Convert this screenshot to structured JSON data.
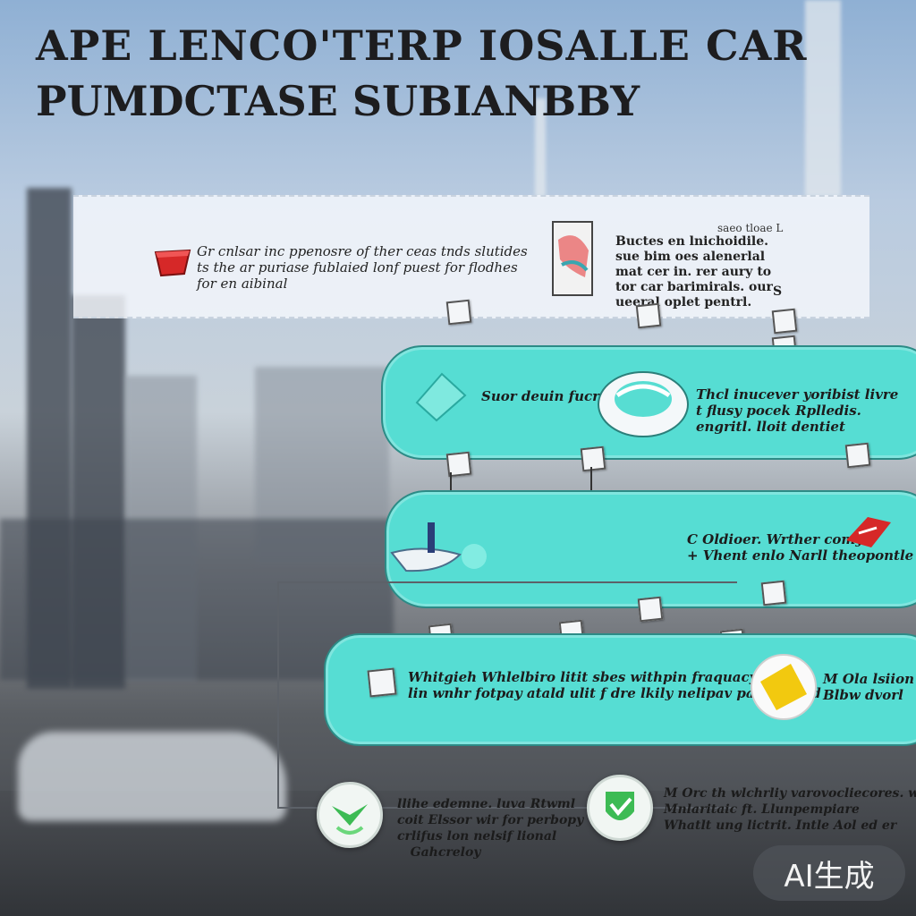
{
  "header": {
    "title": "APE LENCO'TERP  IOSALLE CAR",
    "subtitle": "PUMDCTASE SUBIANBBY"
  },
  "top_panel": {
    "text_left": "Gr cnlsar inc ppenosre of ther ceas tnds slutides ts the ar puriase fublaied lonf puest for flodhes for en aibinal",
    "text_right": "Buctes en lnichoidile. sue bim oes alenerlal mat cer in. rer aury to tor car barimirals. our ueeral oplet pentrl.",
    "corner_label": "saeo tloae L",
    "page_num": "S"
  },
  "rows": [
    {
      "left_text": "Suor deuin fucrnor",
      "right_text": "Thcl inucever yoribist livre\nt flusy pocek Rplledis.\nengritl. lloit dentiet"
    },
    {
      "left_text": "",
      "right_text": "C Oldioer. Wrther comy\n+ Vhent enlo Narll theopontle"
    },
    {
      "left_text": "Whitgieh Whlelbiro litit sbes withpin fraquacy\nlin wnhr fotpay atald ulit f dre lkily nelipav pa funnaed",
      "right_text": "M Ola lsiion\nBlbw dvorl"
    }
  ],
  "bottom": {
    "left_text": "llihe edemne. luva Rtwml\ncoit Elssor wir for perbopy\ncrlifus lon nelsif lional\n   Gahcreloy",
    "right_text": "M Orc th wlchrliy varovocliecores. whir\nMnlaritaic ft. Llunpempiare\nWhatlt ung lictrit. Intle Aol ed er"
  },
  "badge": "AI生成",
  "colors": {
    "teal": "#56ddd3",
    "teal_border": "#2c8b86",
    "accent_red": "#d62828",
    "accent_green": "#3dbb54",
    "accent_yellow": "#f2c90f"
  },
  "icons": [
    "red-cup-icon",
    "document-icon",
    "teal-gem-icon",
    "disc-device-icon",
    "boat-figure-icon",
    "red-bird-icon",
    "yellow-badge-icon",
    "green-shield-icon"
  ]
}
